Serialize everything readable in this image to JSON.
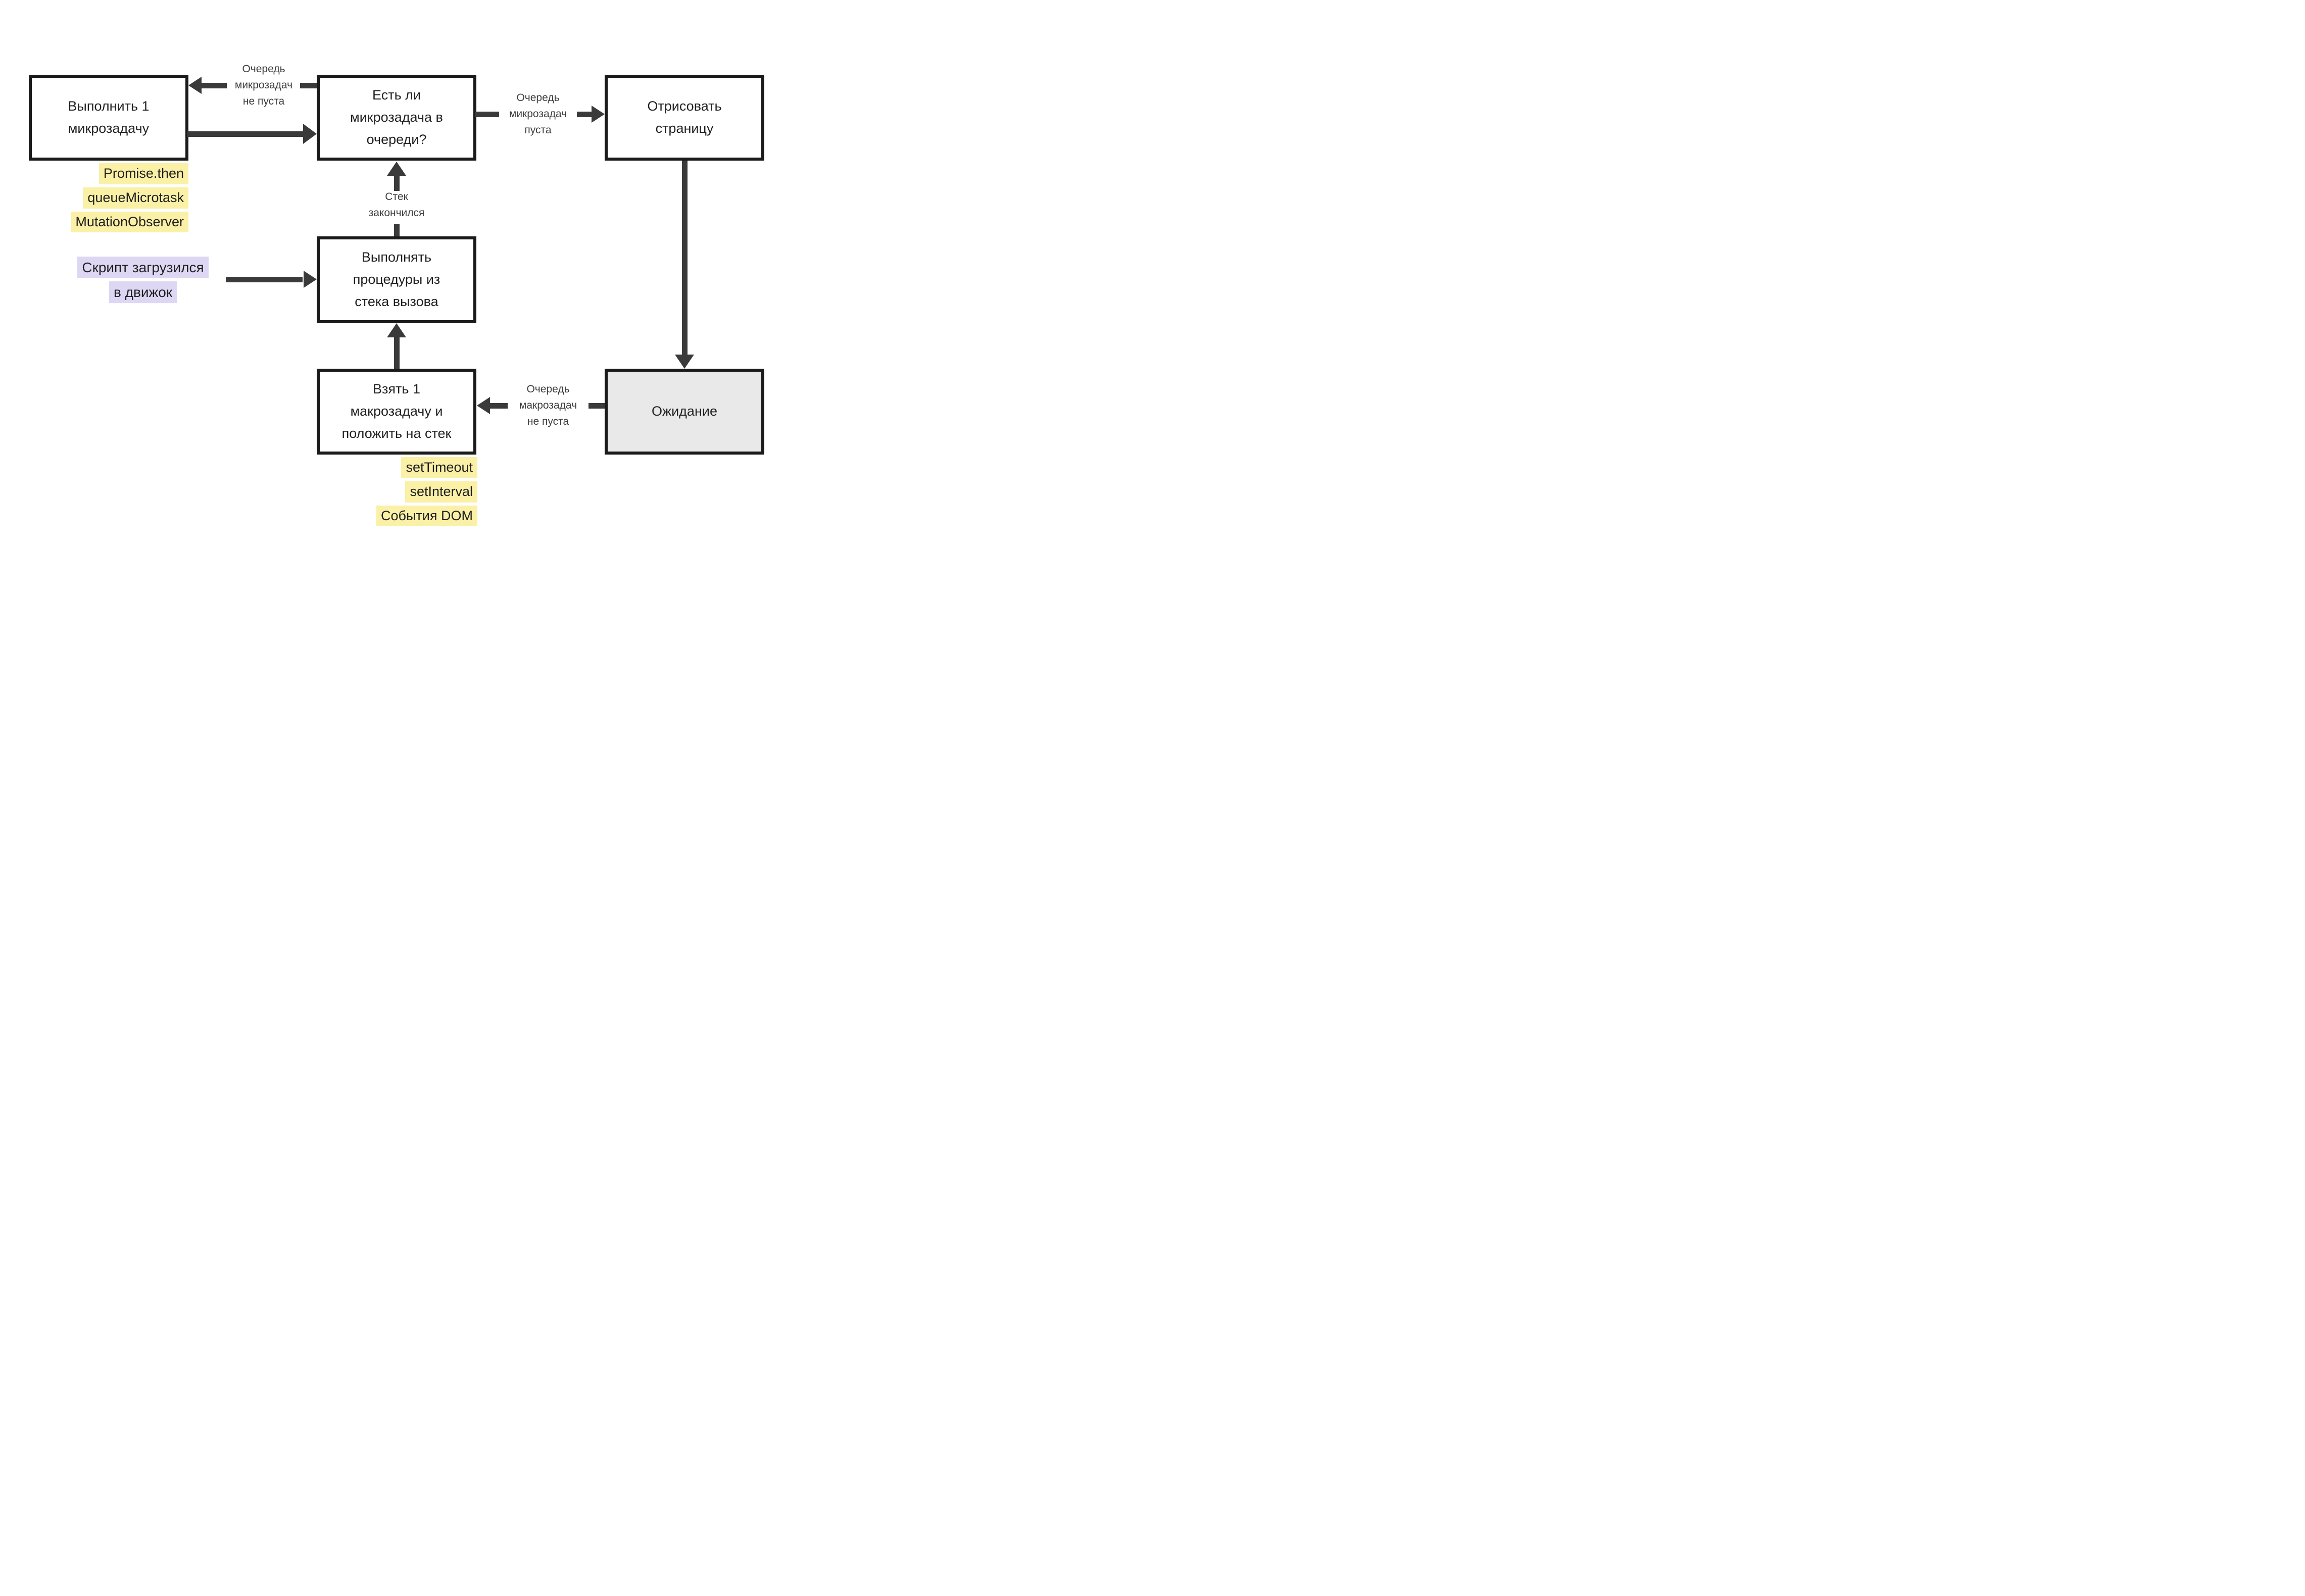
{
  "nodes": {
    "execute_microtask": {
      "lines": [
        "Выполнить 1",
        "микрозадачу"
      ]
    },
    "has_microtask": {
      "lines": [
        "Есть ли",
        "микрозадача в",
        "очереди?"
      ]
    },
    "render_page": {
      "lines": [
        "Отрисовать",
        "страницу"
      ]
    },
    "run_stack": {
      "lines": [
        "Выполнять",
        "процедуры из",
        "стека вызова"
      ]
    },
    "take_macrotask": {
      "lines": [
        "Взять 1",
        "макрозадачу и",
        "положить на стек"
      ]
    },
    "waiting": {
      "lines": [
        "Ожидание"
      ]
    }
  },
  "edge_labels": {
    "microtask_queue_not_empty": {
      "lines": [
        "Очередь",
        "микрозадач",
        "не пуста"
      ]
    },
    "microtask_queue_empty": {
      "lines": [
        "Очередь",
        "микрозадач",
        "пуста"
      ]
    },
    "stack_finished": {
      "lines": [
        "Стек",
        "закончился"
      ]
    },
    "macrotask_queue_not_empty": {
      "lines": [
        "Очередь",
        "макрозадач",
        "не пуста"
      ]
    }
  },
  "annotations": {
    "microtask_sources": {
      "lines": [
        "Promise.then",
        "queueMicrotask",
        "MutationObserver"
      ]
    },
    "script_loaded": {
      "lines": [
        "Скрипт загрузился",
        "в движок"
      ]
    },
    "macrotask_sources": {
      "lines": [
        "setTimeout",
        "setInterval",
        "События DOM"
      ]
    }
  },
  "colors": {
    "background": "#ffffff",
    "border": "#1a1a1a",
    "arrow": "#3a3a3a",
    "box_text": "#212121",
    "label_text": "#3d3d3d",
    "highlight_yellow": "#faf0a6",
    "highlight_purple": "#ded7f4",
    "waiting_fill": "#e9e9e9"
  }
}
